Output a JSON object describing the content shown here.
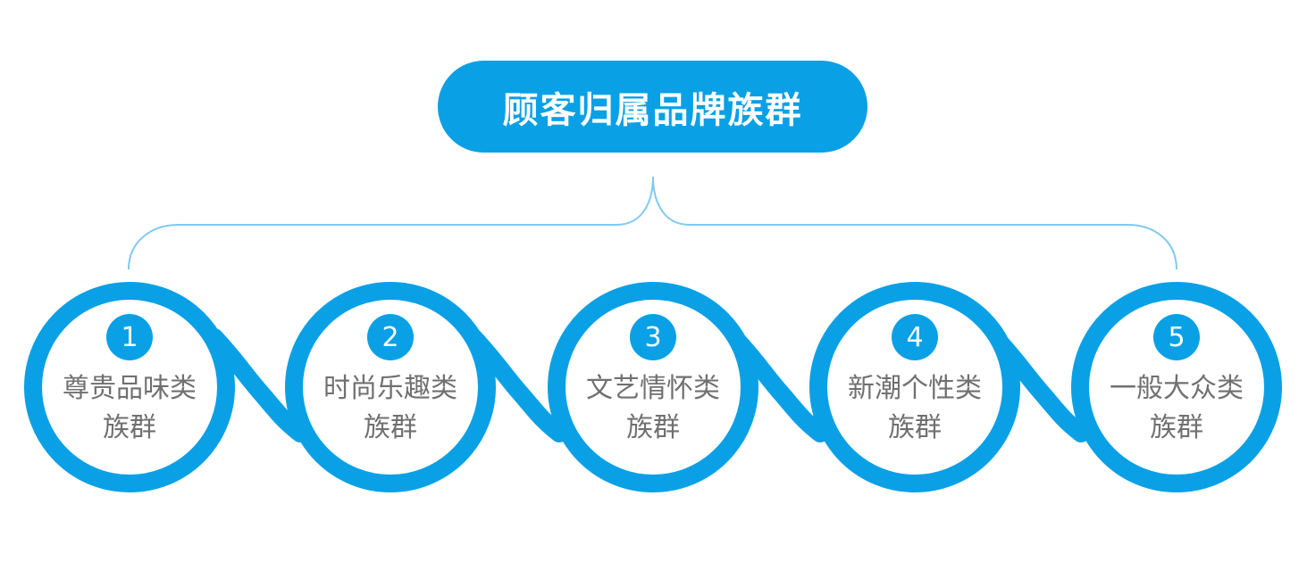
{
  "title": "顾客归属品牌族群",
  "colors": {
    "accent": "#0aa0e6",
    "text": "#707070",
    "line": "#7fcaf0"
  },
  "groups": [
    {
      "number": "1",
      "line1": "尊贵品味类",
      "line2": "族群"
    },
    {
      "number": "2",
      "line1": "时尚乐趣类",
      "line2": "族群"
    },
    {
      "number": "3",
      "line1": "文艺情怀类",
      "line2": "族群"
    },
    {
      "number": "4",
      "line1": "新潮个性类",
      "line2": "族群"
    },
    {
      "number": "5",
      "line1": "一般大众类",
      "line2": "族群"
    }
  ]
}
